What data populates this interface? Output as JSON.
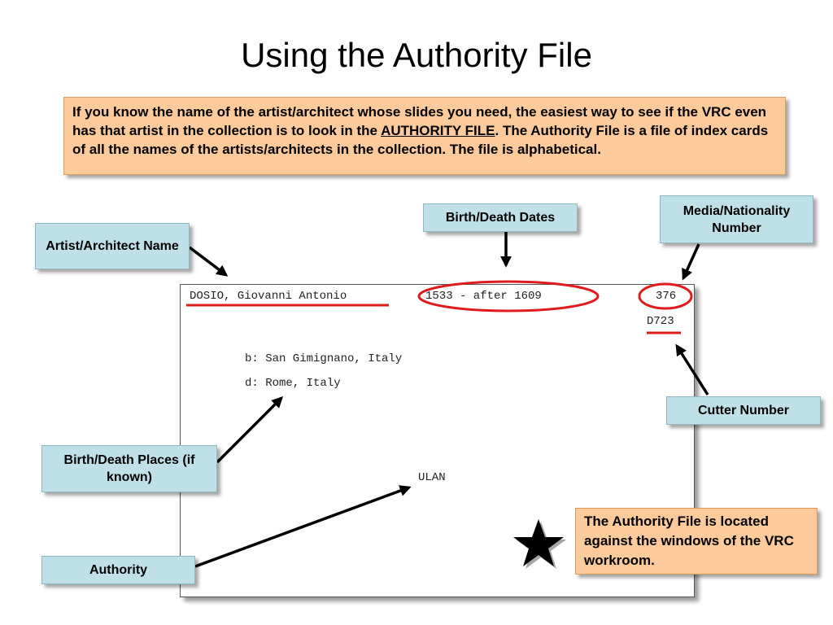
{
  "title": "Using the Authority File",
  "intro": {
    "part1": "If you know the name of the artist/architect whose slides you need, the easiest way to see if the VRC even has that artist in the collection is to look in the ",
    "link": "AUTHORITY FILE",
    "part2": ".  The Authority File is a file of index cards of all the names of the artists/architects in the collection.  The file is alphabetical."
  },
  "card": {
    "name": "DOSIO, Giovanni Antonio",
    "dates": "1533 - after 1609",
    "media_number": "376",
    "cutter": "D723",
    "birth_place": "b: San Gimignano, Italy",
    "death_place": "d: Rome, Italy",
    "authority": "ULAN"
  },
  "labels": {
    "artist_name": "Artist/Architect Name",
    "dates": "Birth/Death Dates",
    "media_nationality": "Media/Nationality Number",
    "cutter": "Cutter Number",
    "places": "Birth/Death Places (if known)",
    "authority": "Authority"
  },
  "note": "The Authority File is located against the windows of the VRC workroom.",
  "colors": {
    "highlight_box": "#fdca9b",
    "callout_box": "#bfe0e8",
    "marker_red": "#e01b1b"
  }
}
